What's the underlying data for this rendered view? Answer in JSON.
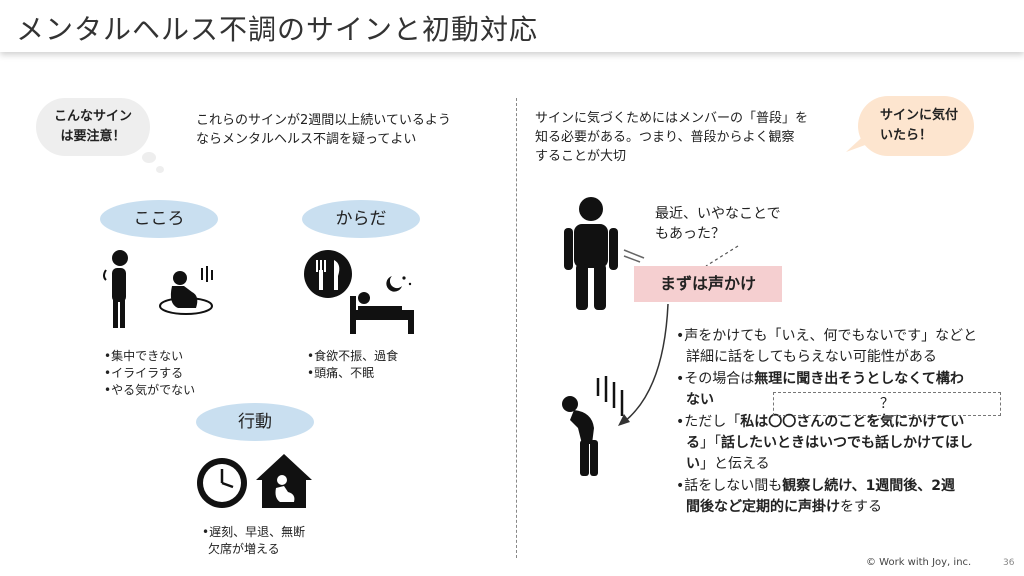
{
  "title": "メンタルヘルス不調のサインと初動対応",
  "left": {
    "bubble_line1": "こんなサイン",
    "bubble_line2": "は要注意！",
    "intro_line1": "これらのサインが2週間以上続いているよう",
    "intro_line2": "ならメンタルヘルス不調を疑ってよい",
    "kokoro": {
      "label": "こころ",
      "items": [
        "•集中できない",
        "•イライラする",
        "•やる気がでない"
      ]
    },
    "karada": {
      "label": "からだ",
      "items": [
        "•食欲不振、過食",
        "•頭痛、不眠"
      ]
    },
    "kodo": {
      "label": "行動",
      "items": [
        "•遅刻、早退、無断",
        "欠席が増える"
      ]
    }
  },
  "right": {
    "intro_line1": "サインに気づくためにはメンバーの「普段」を",
    "intro_line2": "知る必要がある。つまり、普段からよく観察",
    "intro_line3": "することが大切",
    "bubble_line1": "サインに気付",
    "bubble_line2": "いたら！",
    "quote_line1": "最近、いやなことで",
    "quote_line2": "もあった？",
    "first_step": "まずは声かけ",
    "b1_a": "•声をかけても「いえ、何でもないです」などと",
    "b1_b": "詳細に話をしてもらえない可能性がある",
    "b2_pre": "•その場合は",
    "b2_bold": "無理に聞き出そうとしなくて構わ",
    "b2_bold2": "ない",
    "b3_pre": "•ただし「",
    "b3_bold": "私は〇〇さんのことを気にかけてい",
    "b3_bold2": "る",
    "b3_mid": "」「",
    "b3_bold3": "話したいときはいつでも話しかけてほし",
    "b3_bold4": "い",
    "b3_post": "」と伝える",
    "b4_pre": "•話をしない間も",
    "b4_bold": "観察し続け、1週間後、2週",
    "b4_bold2": "間後など定期的に声掛け",
    "b4_post": "をする",
    "question": "？"
  },
  "footer": "© Work with Joy, inc.",
  "page_number": "36"
}
